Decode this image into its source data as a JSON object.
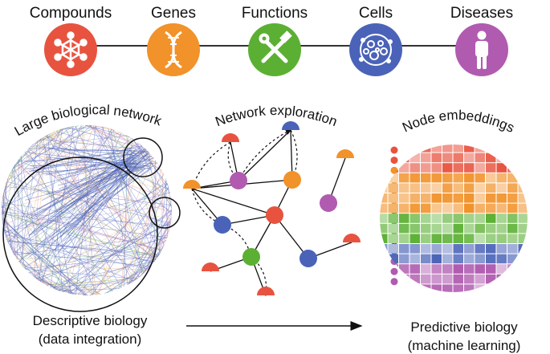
{
  "categories": [
    {
      "label": "Compounds",
      "color": "#e8533f",
      "icon": "molecule-icon"
    },
    {
      "label": "Genes",
      "color": "#f1922a",
      "icon": "dna-icon"
    },
    {
      "label": "Functions",
      "color": "#5bb033",
      "icon": "tools-icon"
    },
    {
      "label": "Cells",
      "color": "#4a63b8",
      "icon": "cells-icon"
    },
    {
      "label": "Diseases",
      "color": "#b05bb0",
      "icon": "person-icon"
    }
  ],
  "panels": {
    "network_title": "Large biological network",
    "exploration_title": "Network exploration",
    "embeddings_title": "Node embeddings"
  },
  "captions": {
    "left_line1": "Descriptive biology",
    "left_line2": "(data integration)",
    "right_line1": "Predictive biology",
    "right_line2": "(machine learning)"
  }
}
